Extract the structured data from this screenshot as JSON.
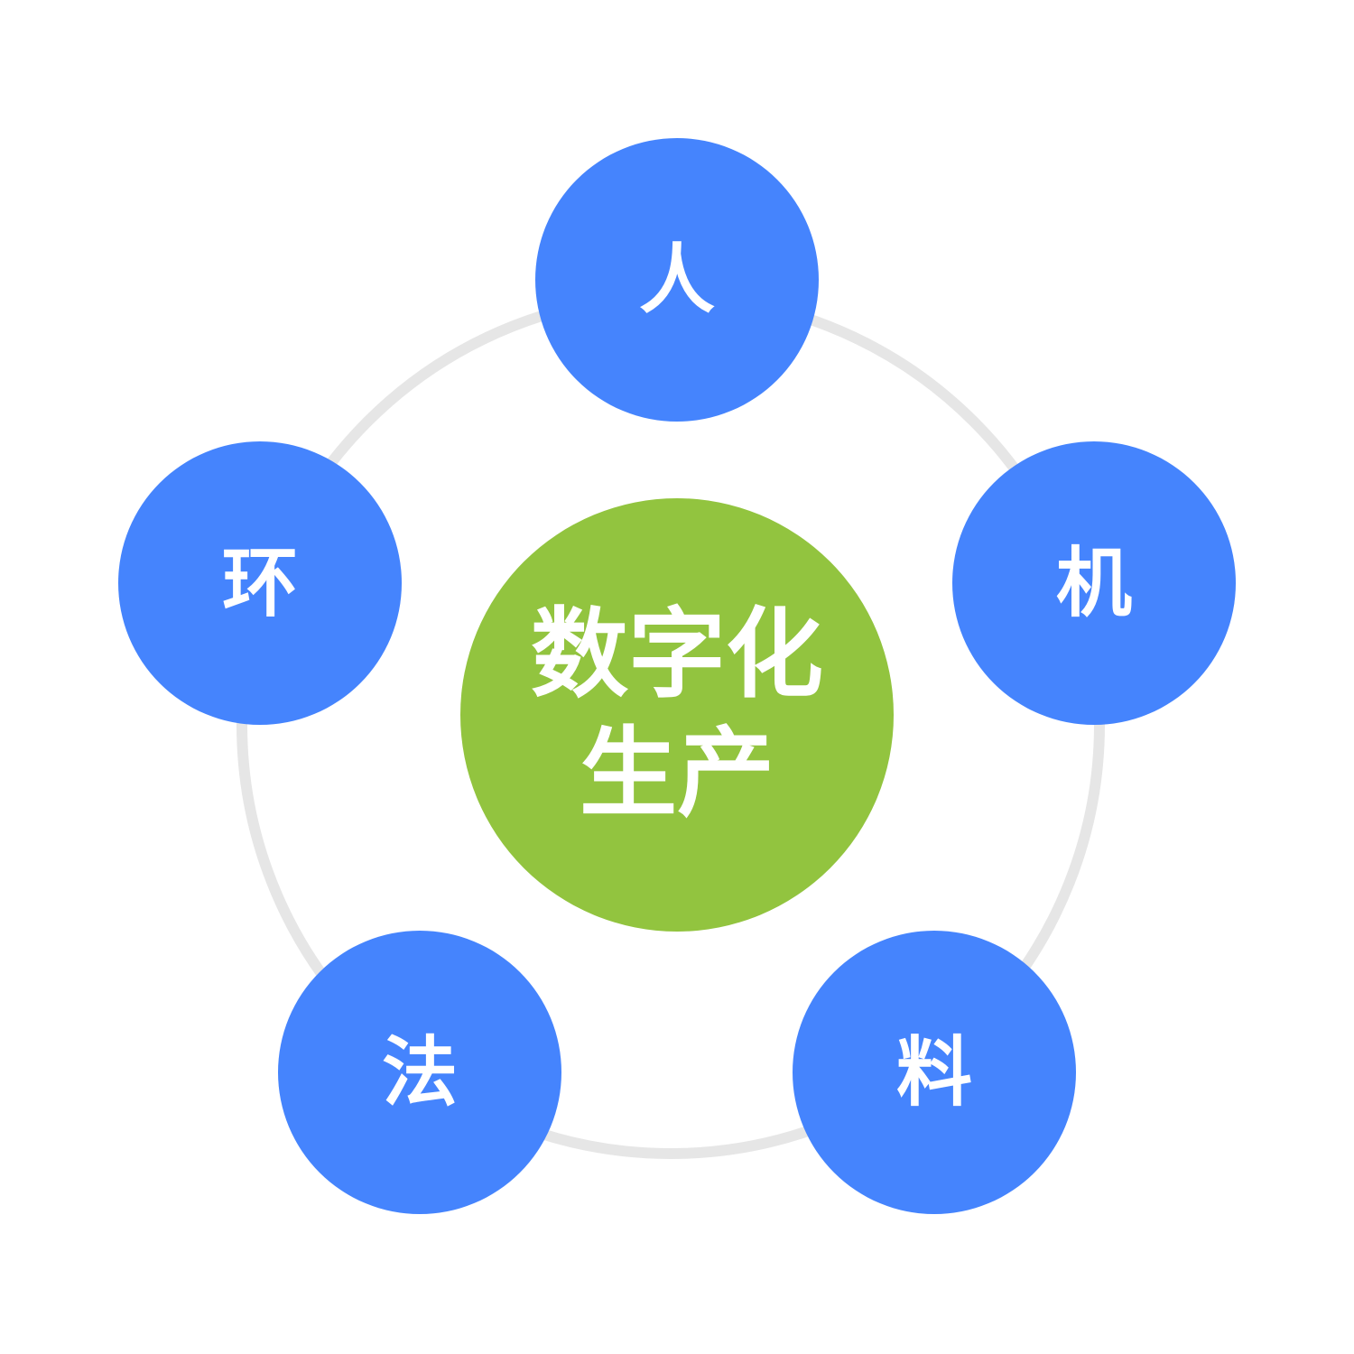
{
  "center": {
    "line1": "数字化",
    "line2": "生产",
    "color": "#92c43f"
  },
  "nodes": {
    "color": "#4584fd",
    "items": [
      {
        "label": "人"
      },
      {
        "label": "机"
      },
      {
        "label": "料"
      },
      {
        "label": "法"
      },
      {
        "label": "环"
      }
    ]
  },
  "ring_color": "#e6e6e6"
}
